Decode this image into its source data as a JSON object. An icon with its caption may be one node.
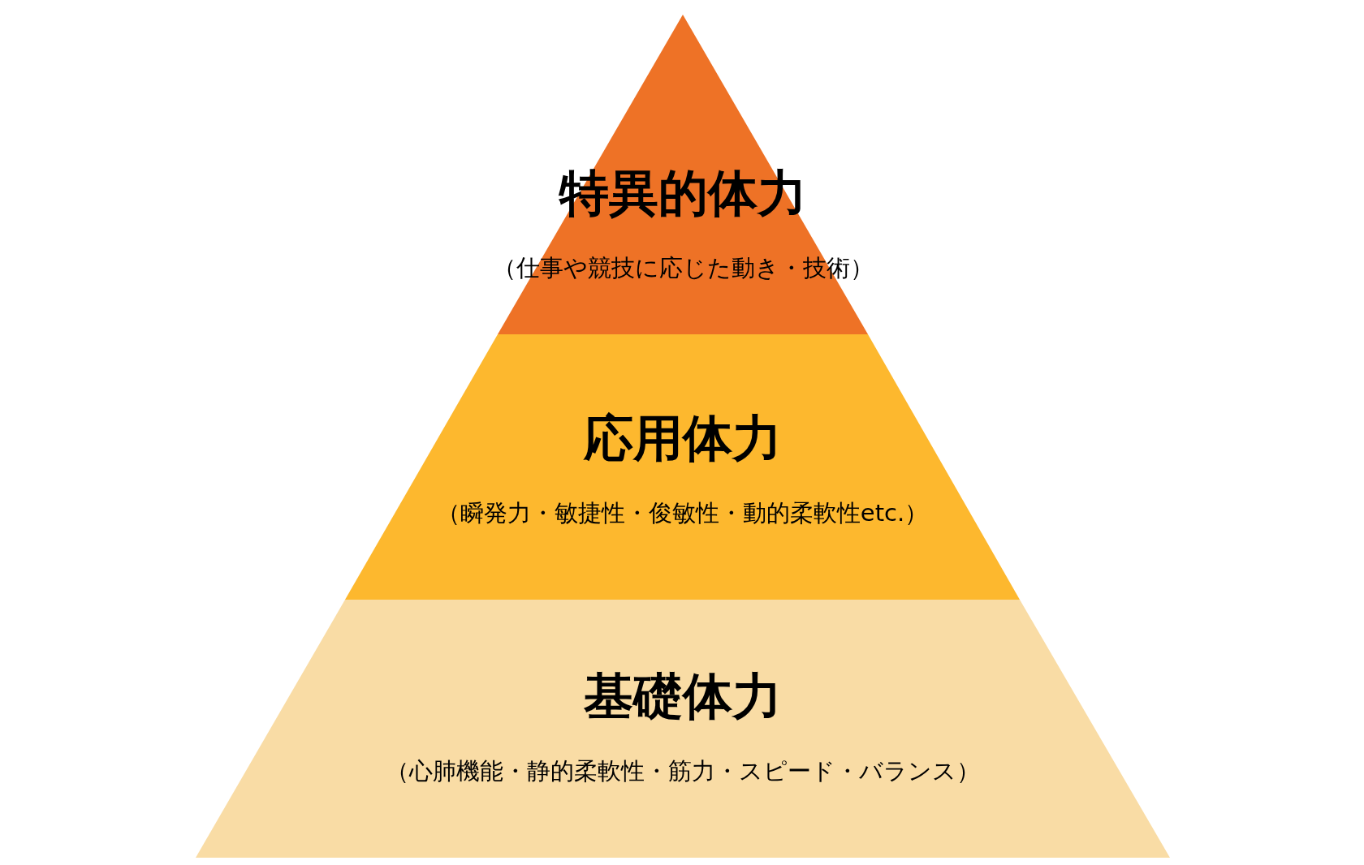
{
  "diagram": {
    "nodes": [
      {
        "text": [
          "特異的体力",
          "（仕事や競技に応じた動き・技術）"
        ]
      },
      {
        "text": [
          "応用体力",
          "（瞬発力・敏捷性・俊敏性・動的柔軟性etc.）"
        ]
      },
      {
        "text": [
          "基礎体力",
          "（心肺機能・静的柔軟性・筋力・スピード・バランス）"
        ]
      }
    ]
  }
}
